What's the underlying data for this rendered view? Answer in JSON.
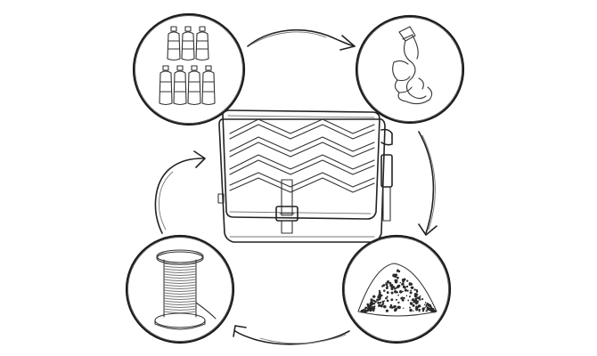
{
  "scene": {
    "stages": [
      {
        "id": "bottles",
        "icon": "plastic-bottles-icon"
      },
      {
        "id": "crushing",
        "icon": "hand-crushing-bottle-icon"
      },
      {
        "id": "flakes",
        "icon": "plastic-flakes-pile-icon"
      },
      {
        "id": "thread",
        "icon": "thread-spool-icon"
      }
    ],
    "product": {
      "icon": "messenger-bag-icon"
    },
    "cycle": {
      "direction": "clockwise",
      "arrows": 4
    },
    "colors": {
      "ink": "#222222",
      "background": "#ffffff"
    }
  }
}
